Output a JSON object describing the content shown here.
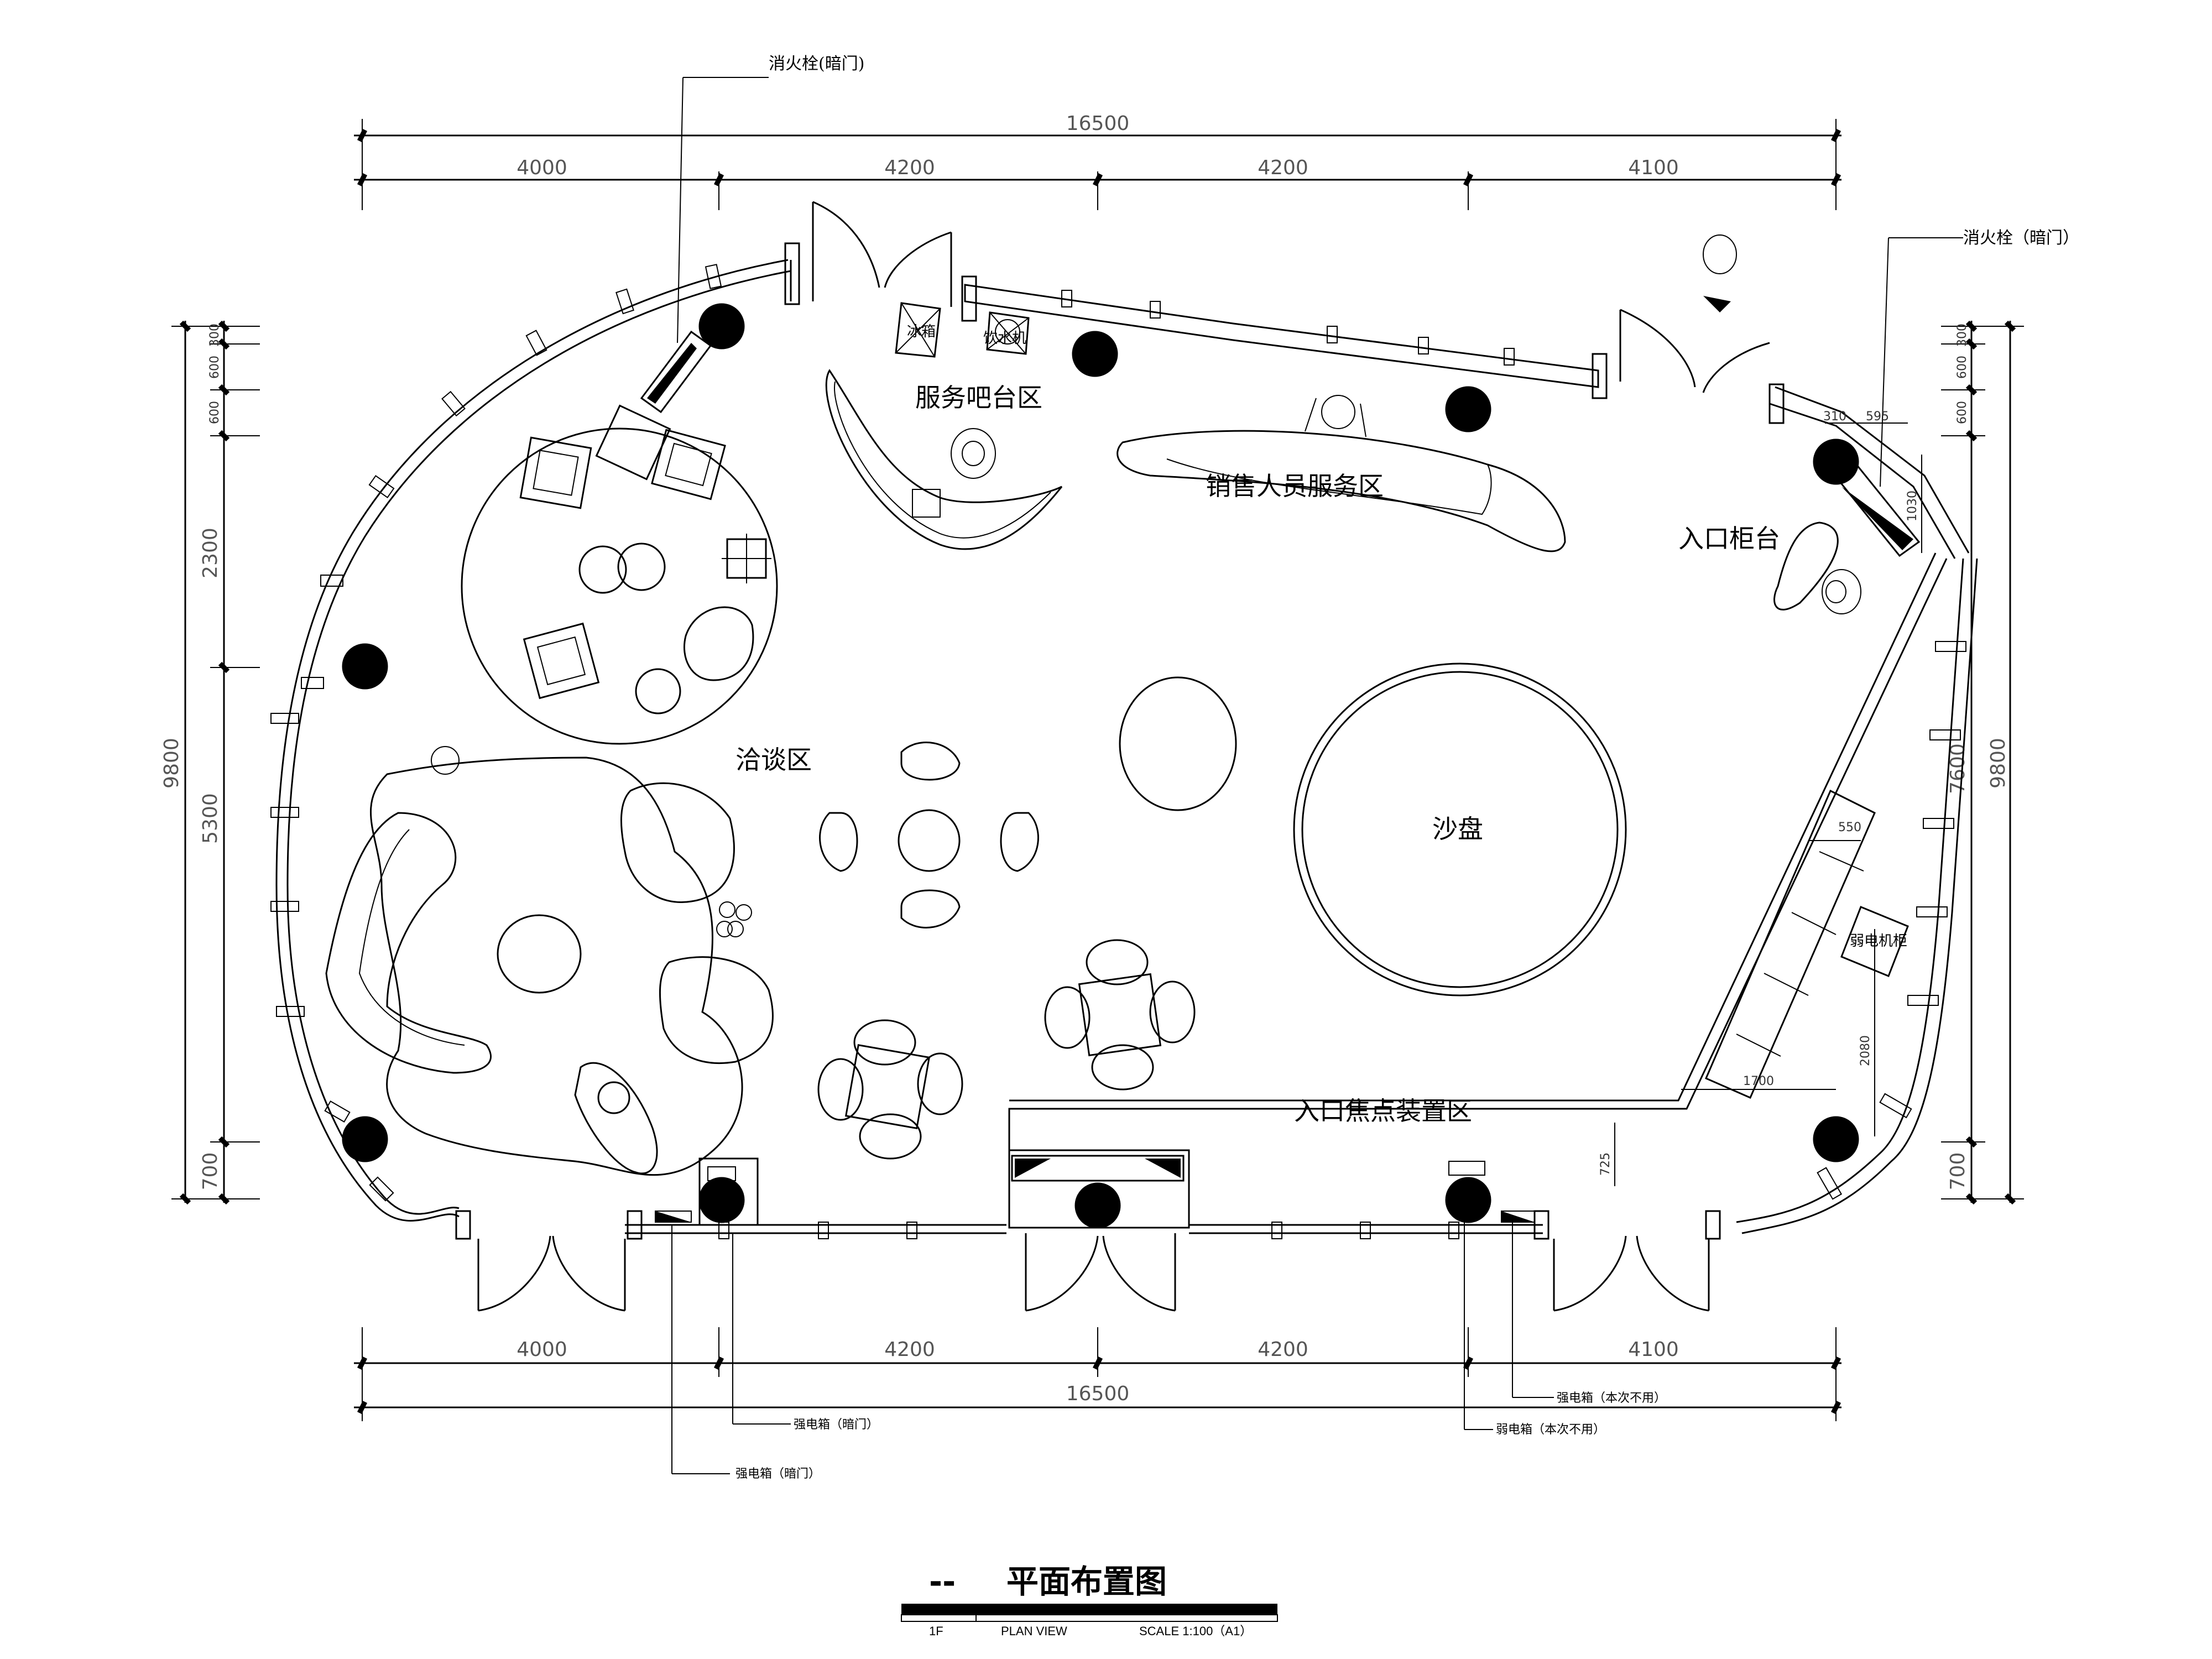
{
  "drawing": {
    "title_prefix": "--",
    "title": "平面布置图",
    "floor": "1F",
    "view": "PLAN VIEW",
    "scale": "SCALE 1:100（A1）"
  },
  "dimensions": {
    "top_total": "16500",
    "top_segments": [
      "4000",
      "4200",
      "4200",
      "4100"
    ],
    "bottom_total": "16500",
    "bottom_segments": [
      "4000",
      "4200",
      "4200",
      "4100"
    ],
    "left_total": "9800",
    "left_segments": [
      "300",
      "600",
      "600",
      "2300",
      "5300",
      "700"
    ],
    "right_total": "9800",
    "right_segments": [
      "300",
      "600",
      "600",
      "7600",
      "700"
    ],
    "detail": {
      "d310": "310",
      "d595": "595",
      "d1030": "1030",
      "d550": "550",
      "d2080": "2080",
      "d1700": "1700",
      "d725": "725"
    }
  },
  "zones": {
    "service_bar": "服务吧台区",
    "sales_service": "销售人员服务区",
    "entrance_counter": "入口柜台",
    "negotiation": "洽谈区",
    "sand_table": "沙盘",
    "entrance_focus": "入口焦点装置区"
  },
  "equipment": {
    "fridge": "冰箱",
    "water_dispenser": "饮水机",
    "weak_cabinet": "弱电机柜"
  },
  "annotations": {
    "hydrant_left": "消火栓(暗门)",
    "hydrant_right": "消火栓（暗门）",
    "power_box_hidden_1": "强电箱（暗门）",
    "power_box_hidden_2": "强电箱（暗门）",
    "power_box_unused": "强电箱（本次不用）",
    "weak_box_unused": "弱电箱（本次不用）"
  }
}
